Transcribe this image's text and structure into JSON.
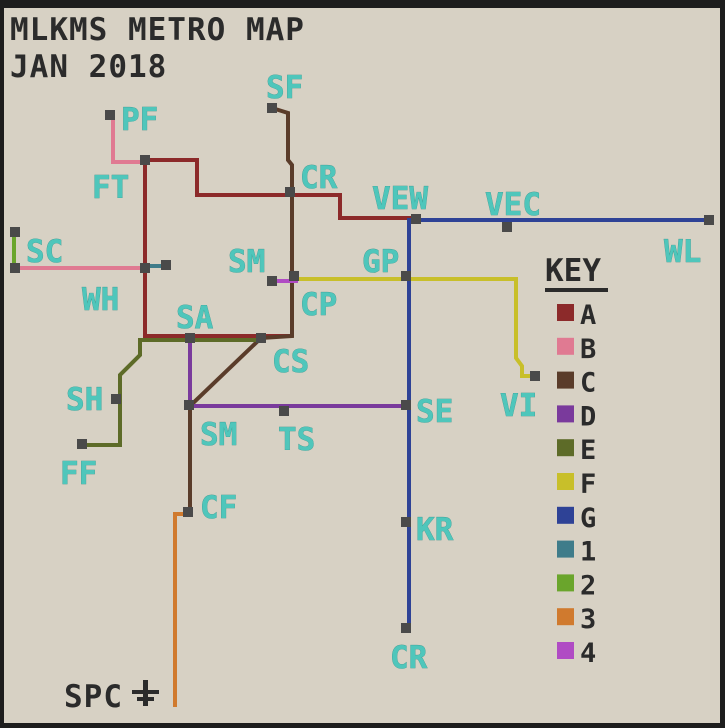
{
  "title": {
    "line1": "MLKMS METRO MAP",
    "line2": "JAN 2018"
  },
  "colors": {
    "board": "#d7d1c4",
    "label": "#4fc6bb",
    "station": "#4a4a4a",
    "text": "#2b2b2b"
  },
  "lines": [
    {
      "id": "A",
      "color": "#8c2a2a"
    },
    {
      "id": "B",
      "color": "#e07a92"
    },
    {
      "id": "C",
      "color": "#5a3c2a"
    },
    {
      "id": "D",
      "color": "#7a3a9c"
    },
    {
      "id": "E",
      "color": "#5d6b28"
    },
    {
      "id": "F",
      "color": "#c8bf2a"
    },
    {
      "id": "G",
      "color": "#2e4296"
    },
    {
      "id": "1",
      "color": "#3f7c8a"
    },
    {
      "id": "2",
      "color": "#6aa52c"
    },
    {
      "id": "3",
      "color": "#d07a2e"
    },
    {
      "id": "4",
      "color": "#b04bc4"
    }
  ],
  "key": {
    "title": "KEY",
    "items": [
      "A",
      "B",
      "C",
      "D",
      "E",
      "F",
      "G",
      "1",
      "2",
      "3",
      "4"
    ]
  },
  "stations": {
    "pf": "PF",
    "ft": "FT",
    "sc": "SC",
    "wh": "WH",
    "sf": "SF",
    "cr_north": "CR",
    "vew": "VEW",
    "vec": "VEC",
    "wl": "WL",
    "sm_west": "SM",
    "gp": "GP",
    "cp": "CP",
    "sa": "SA",
    "cs": "CS",
    "sh": "SH",
    "ff": "FF",
    "sm": "SM",
    "ts": "TS",
    "se": "SE",
    "vi": "VI",
    "cf": "CF",
    "kr": "KR",
    "cr_south": "CR",
    "spc": "SPC"
  }
}
